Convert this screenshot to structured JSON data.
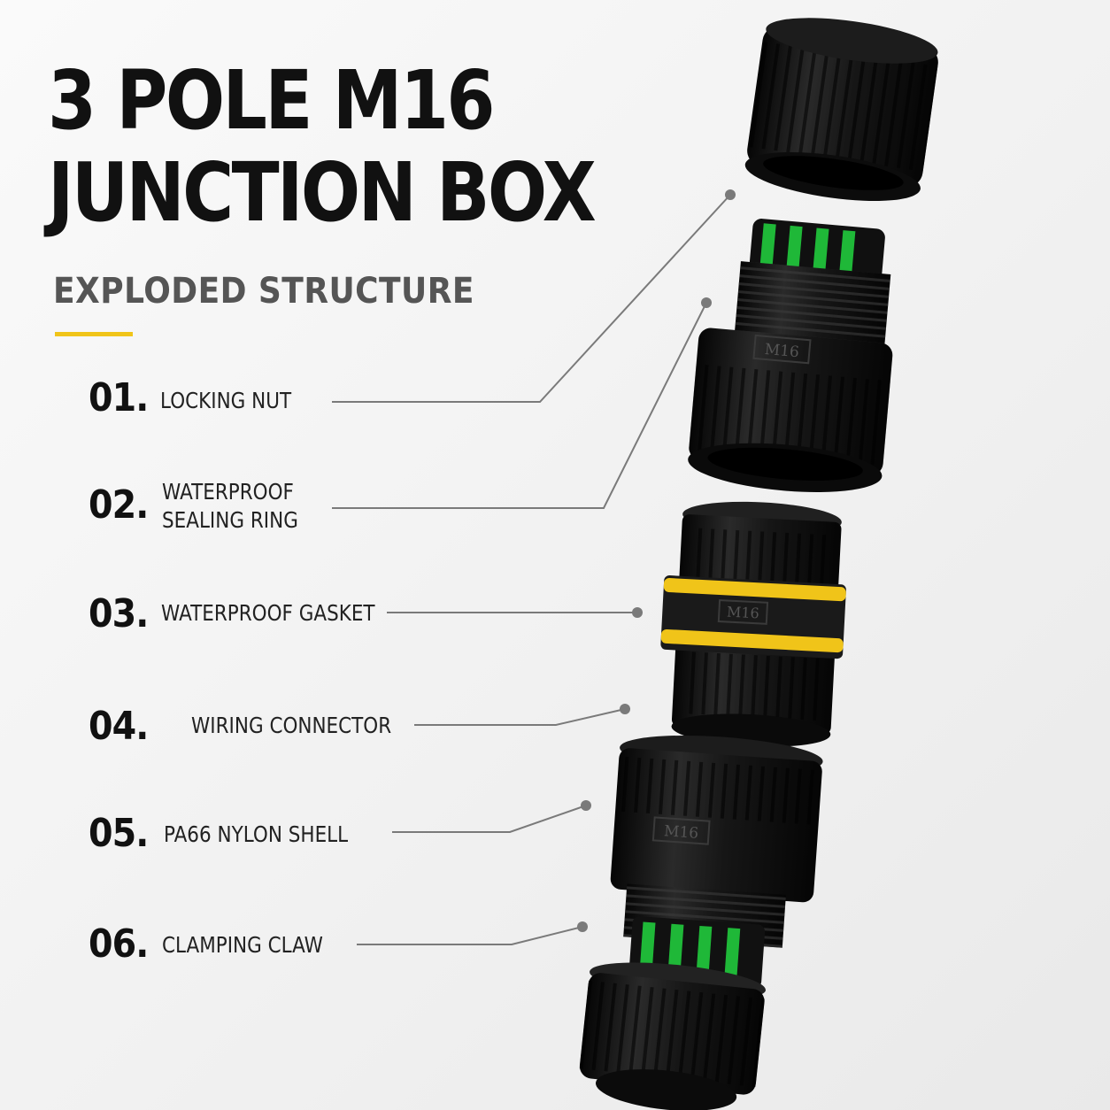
{
  "title": {
    "line1": "3 POLE M16",
    "line2": "JUNCTION BOX"
  },
  "subtitle": "EXPLODED STRUCTURE",
  "colors": {
    "accent": "#f0c419",
    "seal_green": "#1fb838",
    "body_black": "#141414",
    "leader_line": "#7a7a7a"
  },
  "components": [
    {
      "number": "01.",
      "label": "LOCKING NUT"
    },
    {
      "number": "02.",
      "label_line1": "WATERPROOF",
      "label_line2": "SEALING RING"
    },
    {
      "number": "03.",
      "label": "WATERPROOF GASKET"
    },
    {
      "number": "04.",
      "label": "WIRING CONNECTOR"
    },
    {
      "number": "05.",
      "label": "PA66 NYLON SHELL"
    },
    {
      "number": "06.",
      "label": "CLAMPING CLAW"
    }
  ],
  "part_markings": {
    "shell_upper": "M16",
    "gasket": "M16",
    "shell_lower": "M16"
  }
}
